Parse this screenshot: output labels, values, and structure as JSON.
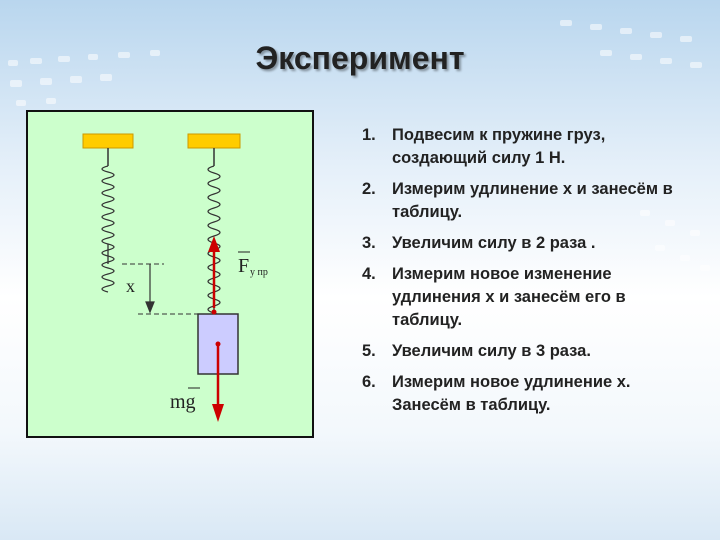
{
  "title": "Эксперимент",
  "figure": {
    "label_x": "x",
    "label_fupr_main": "F",
    "label_fupr_sub": "у пр",
    "label_mg": "mg",
    "colors": {
      "panel": "#ccffcc",
      "support": "#ffcc00",
      "force": "#cc0000",
      "weight": "#ccccff"
    }
  },
  "steps": [
    {
      "num": "1.",
      "text": "Подвесим к пружине груз, создающий силу 1 Н."
    },
    {
      "num": "2.",
      "text": "Измерим удлинение х и занесём в таблицу."
    },
    {
      "num": "3.",
      "text": "Увеличим силу в 2 раза ."
    },
    {
      "num": "4.",
      "text": "Измерим новое изменение удлинения х и занесём его в таблицу."
    },
    {
      "num": "5.",
      "text": "Увеличим силу в 3 раза."
    },
    {
      "num": "6.",
      "text": "Измерим новое удлинение х. Занесём в таблицу."
    }
  ]
}
